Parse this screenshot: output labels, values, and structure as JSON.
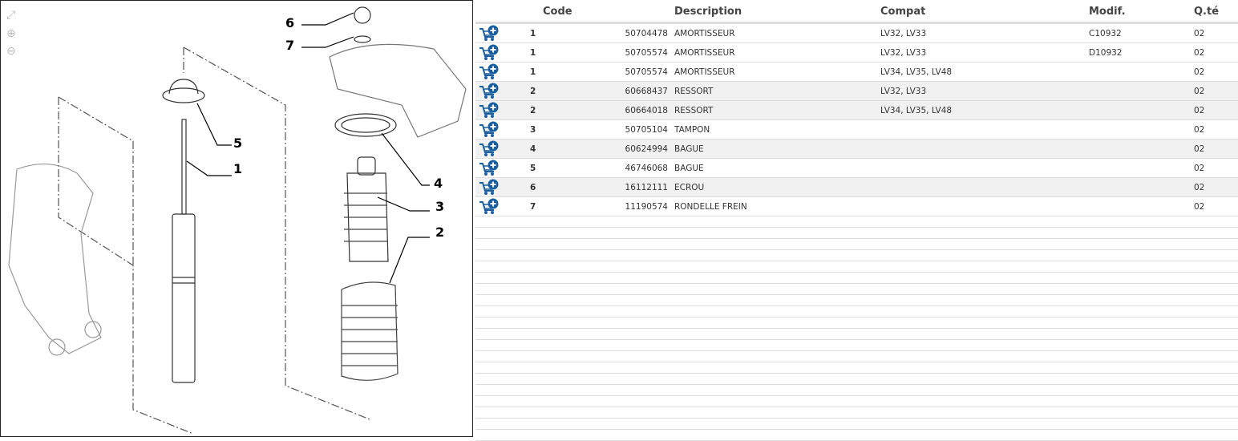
{
  "diagram": {
    "callouts": [
      "1",
      "2",
      "3",
      "4",
      "5",
      "6",
      "7"
    ],
    "tools": [
      "fit-icon",
      "zoom-in-icon",
      "zoom-out-icon"
    ]
  },
  "table": {
    "headers": {
      "code": "Code",
      "description": "Description",
      "compat": "Compat",
      "modif": "Modif.",
      "qty": "Q.té"
    },
    "rows": [
      {
        "seq": "1",
        "code": "50704478",
        "description": "AMORTISSEUR",
        "compat": "LV32, LV33",
        "modif": "C10932",
        "qty": "02"
      },
      {
        "seq": "1",
        "code": "50705574",
        "description": "AMORTISSEUR",
        "compat": "LV32, LV33",
        "modif": "D10932",
        "qty": "02"
      },
      {
        "seq": "1",
        "code": "50705574",
        "description": "AMORTISSEUR",
        "compat": "LV34, LV35, LV48",
        "modif": "",
        "qty": "02"
      },
      {
        "seq": "2",
        "code": "60668437",
        "description": "RESSORT",
        "compat": "LV32, LV33",
        "modif": "",
        "qty": "02"
      },
      {
        "seq": "2",
        "code": "60664018",
        "description": "RESSORT",
        "compat": "LV34, LV35, LV48",
        "modif": "",
        "qty": "02"
      },
      {
        "seq": "3",
        "code": "50705104",
        "description": "TAMPON",
        "compat": "",
        "modif": "",
        "qty": "02"
      },
      {
        "seq": "4",
        "code": "60624994",
        "description": "BAGUE",
        "compat": "",
        "modif": "",
        "qty": "02"
      },
      {
        "seq": "5",
        "code": "46746068",
        "description": "BAGUE",
        "compat": "",
        "modif": "",
        "qty": "02"
      },
      {
        "seq": "6",
        "code": "16112111",
        "description": "ECROU",
        "compat": "",
        "modif": "",
        "qty": "02"
      },
      {
        "seq": "7",
        "code": "11190574",
        "description": "RONDELLE FREIN",
        "compat": "",
        "modif": "",
        "qty": "02"
      }
    ]
  },
  "colors": {
    "cart": "#1a5fa0",
    "stripe": "#f1f1f1"
  }
}
